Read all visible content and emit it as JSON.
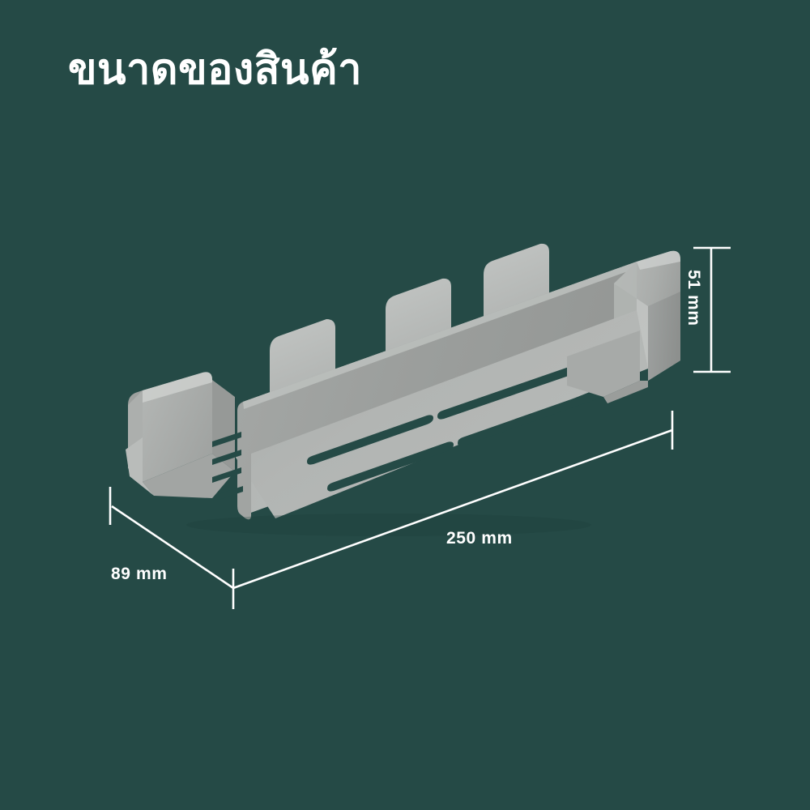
{
  "page": {
    "title": "ขนาดของสินค้า",
    "background_color": "#254a46",
    "line_color": "#ffffff",
    "text_color": "#ffffff"
  },
  "product": {
    "name": "shelf-organizer-rack",
    "body_color": "#a9acaa",
    "top_face_color": "#b7bab8",
    "front_face_color": "#9a9d9b",
    "shadow_face_color": "#8e918f",
    "highlight_color": "#c3c6c4",
    "divider_tab_count": 3,
    "floor_slot_count": 4
  },
  "dimensions": {
    "length": {
      "value": "250 mm",
      "axis": "length"
    },
    "depth": {
      "value": "89 mm",
      "axis": "depth"
    },
    "height": {
      "value": "51 mm",
      "axis": "height"
    }
  }
}
